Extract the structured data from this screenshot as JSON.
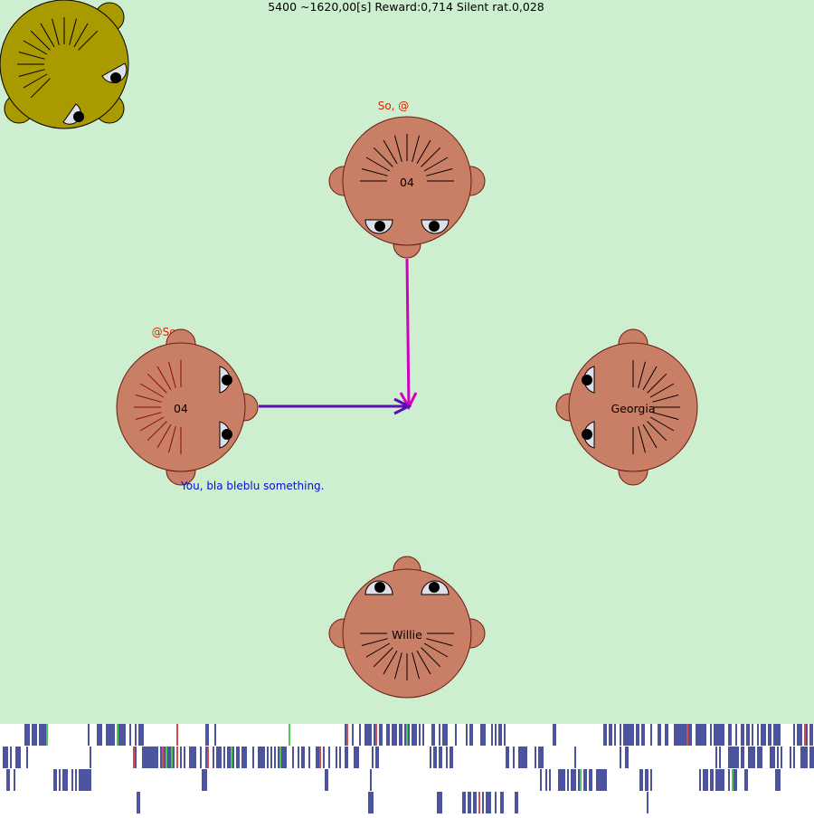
{
  "status_line": "5400 ~1620,00[s]  Reward:0,714 Silent rat.0,028",
  "colors": {
    "background": "#cdeecf",
    "head_skin": "#c97f65",
    "head_outline": "#6b1a12",
    "robot_skin": "#a99a00",
    "speech_red": "#e02000",
    "speech_blue": "#0010d0",
    "arrow_magenta": "#d000c0",
    "arrow_purple": "#5a10b0",
    "raster_blue": "#000a78",
    "raster_red": "#c00000",
    "raster_green": "#00b000"
  },
  "agents": {
    "robot": {
      "label": "",
      "icon": "robot-head-icon",
      "facing": "down-right"
    },
    "top": {
      "label": "04",
      "speech": "So, @",
      "facing": "down"
    },
    "left": {
      "label": "04",
      "speech": "@So,",
      "facing": "right"
    },
    "right": {
      "label": "Georgia",
      "speech": "",
      "facing": "left"
    },
    "bottom": {
      "label": "Willie",
      "speech": "",
      "facing": "up"
    }
  },
  "utterance": "You, bla bleblu something.",
  "gaze_arrows": [
    {
      "from": "top",
      "to": "center",
      "color": "magenta"
    },
    {
      "from": "left",
      "to": "center",
      "color": "purple"
    }
  ],
  "raster_rows": 4
}
